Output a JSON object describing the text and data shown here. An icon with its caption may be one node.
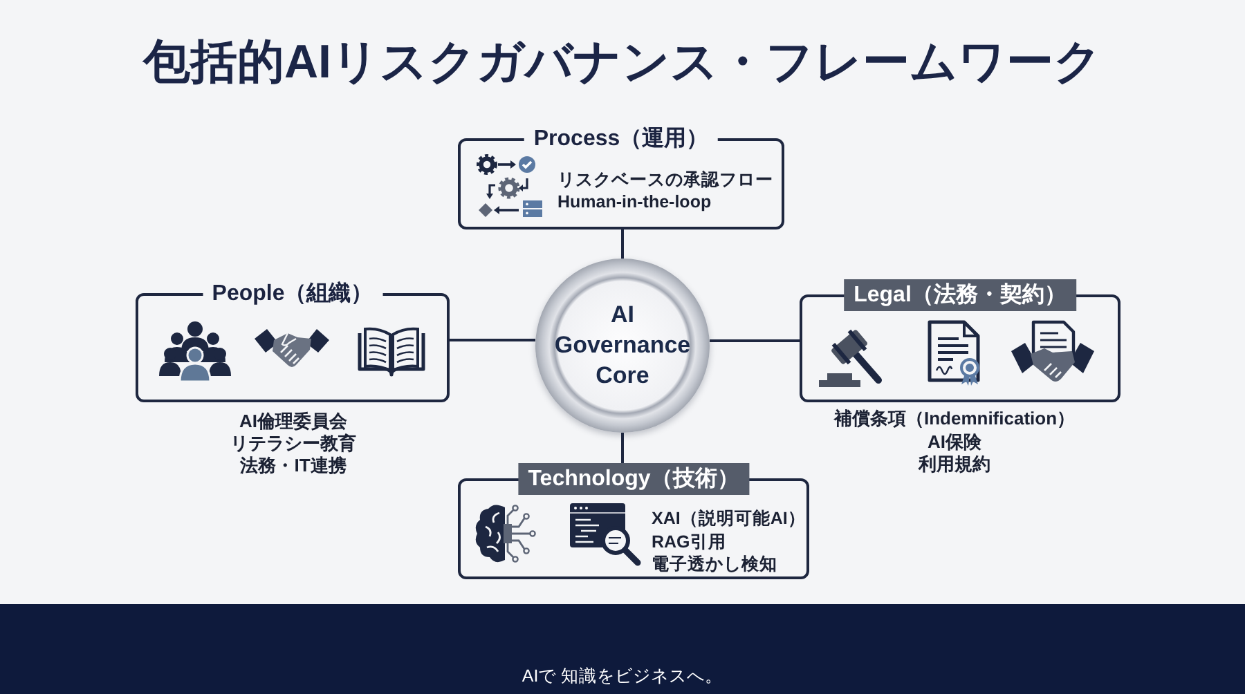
{
  "diagram": {
    "title": "包括的AIリスクガバナンス・フレームワーク",
    "nodes": [
      {
        "text": [
          "Process（運用）",
          "リスクベースの承認フロー",
          "Human-in-the-loop"
        ]
      },
      {
        "text": [
          "People（組織）"
        ],
        "beside": [
          "AI倫理委員会",
          "リテラシー教育",
          "法務・IT連携"
        ]
      },
      {
        "text": [
          "AI Governance Core"
        ]
      },
      {
        "text": [
          "Legal（法務・契約）"
        ],
        "beside": [
          "補償条項（Indemnification）",
          "AI保険",
          "利用規約"
        ]
      },
      {
        "text": [
          "Technology（技術）",
          "XAI（説明可能AI）",
          "RAG引用",
          "電子透かし検知"
        ]
      }
    ],
    "edges": [
      {
        "from": 2,
        "to": 0,
        "arrow": "none"
      },
      {
        "from": 2,
        "to": 1,
        "arrow": "none"
      },
      {
        "from": 2,
        "to": 3,
        "arrow": "none"
      },
      {
        "from": 2,
        "to": 4,
        "arrow": "none"
      }
    ],
    "labels": [
      "AIで 知識をビジネスへ。"
    ]
  }
}
